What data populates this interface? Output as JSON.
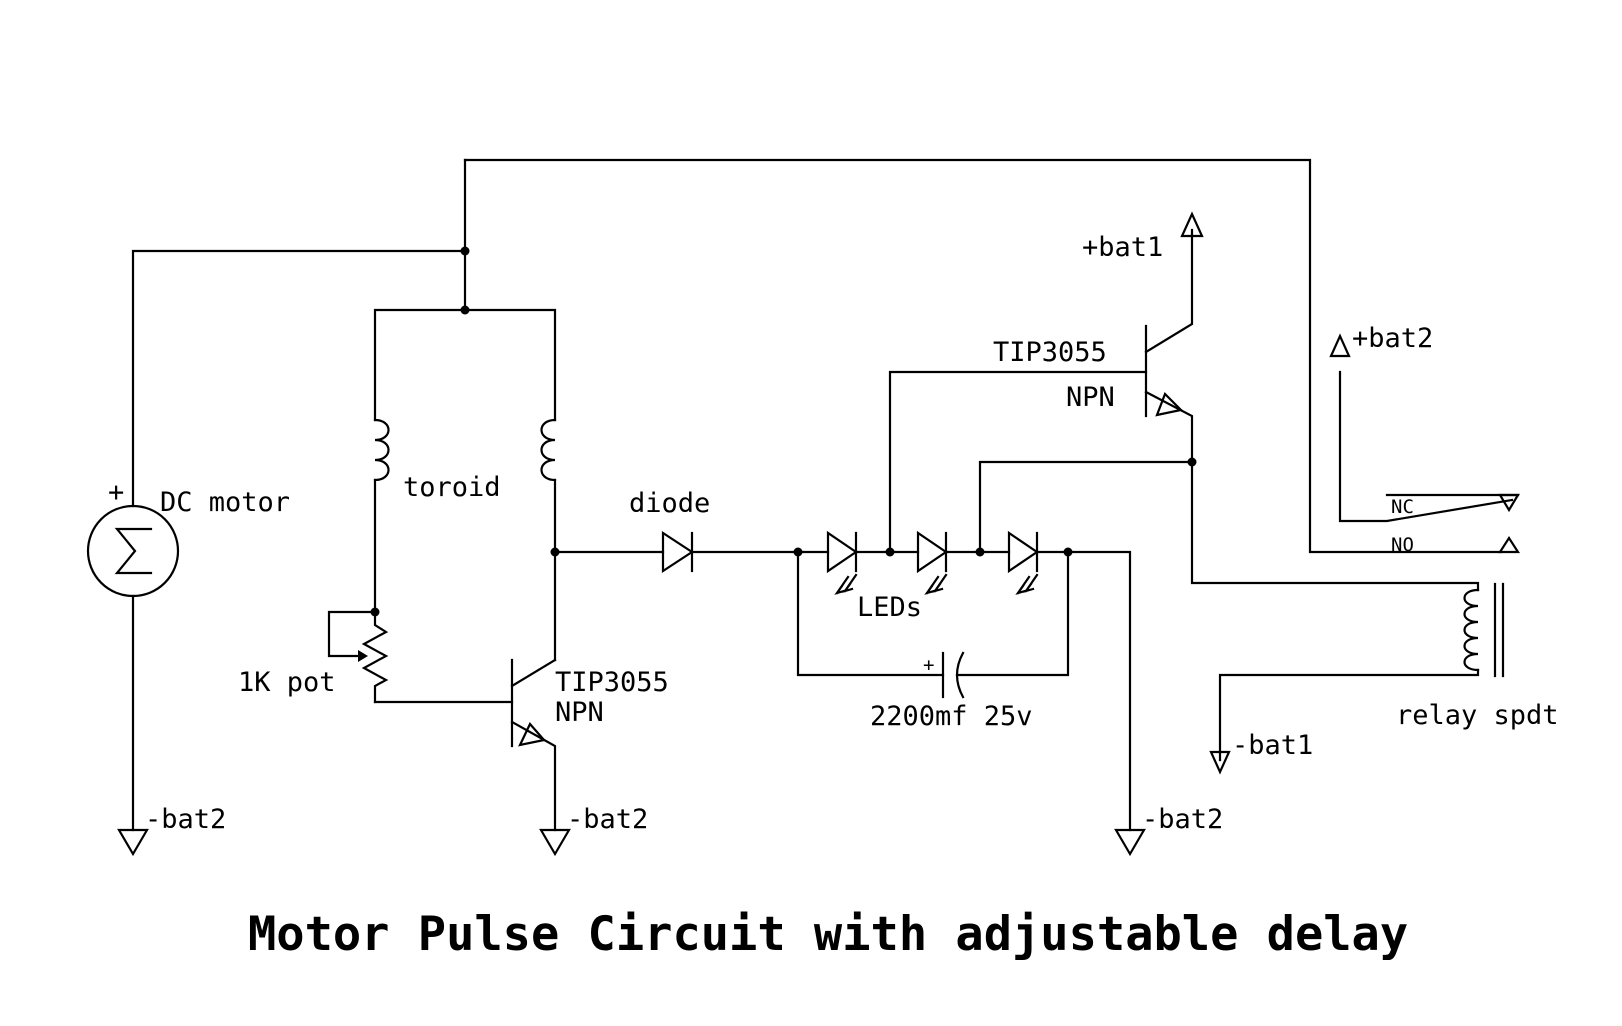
{
  "title": "Motor Pulse Circuit with adjustable delay",
  "labels": {
    "dc_motor": "DC motor",
    "motor_plus": "+",
    "toroid": "toroid",
    "pot": "1K pot",
    "diode": "diode",
    "leds": "LEDs",
    "capacitor": "2200mf 25v",
    "cap_plus": "+",
    "transistor_lower_part": "TIP3055",
    "transistor_lower_type": "NPN",
    "transistor_upper_part": "TIP3055",
    "transistor_upper_type": "NPN",
    "relay": "relay spdt",
    "relay_nc": "NC",
    "relay_no": "NO",
    "pos_bat1": "+bat1",
    "pos_bat2": "+bat2",
    "neg_bat1": "-bat1",
    "neg_bat2_motor": "-bat2",
    "neg_bat2_transistor": "-bat2",
    "neg_bat2_leds": "-bat2"
  },
  "colors": {
    "ink": "#000000",
    "background": "#ffffff"
  }
}
